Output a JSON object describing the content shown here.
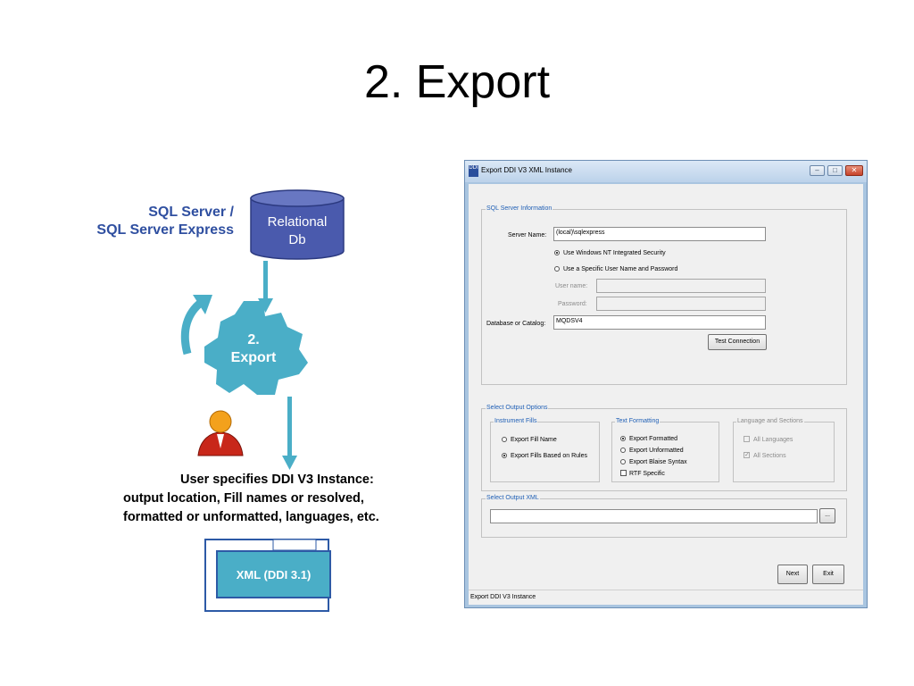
{
  "slide": {
    "title": "2. Export",
    "server_label_line1": "SQL Server /",
    "server_label_line2": "SQL Server Express",
    "db_label_line1": "Relational",
    "db_label_line2": "Db",
    "gear_label_line1": "2.",
    "gear_label_line2": "Export",
    "caption_line1": "User specifies DDI V3 Instance:",
    "caption_line2": "output location, Fill names or resolved,",
    "caption_line3": "formatted or unformatted, languages, etc.",
    "xml_label": "XML (DDI 3.1)",
    "colors": {
      "db": "#4a5aad",
      "gear": "#4aaec7",
      "arrow": "#4aaec7",
      "label": "#2f4fa0"
    },
    "icons": [
      "database-cylinder-icon",
      "gear-icon",
      "user-icon",
      "arrow-down-icon",
      "cycle-arrow-icon",
      "document-stack-icon"
    ]
  },
  "dialog": {
    "title": "Export DDI V3 XML Instance",
    "app_icon_text": "DDI",
    "window_buttons": {
      "minimize": "minimize-icon",
      "maximize": "maximize-icon",
      "close": "close-icon"
    },
    "sql_group": {
      "legend": "SQL Server Information",
      "server_label": "Server Name:",
      "server_value": "(local)\\sqlexpress",
      "auth_windows": "Use Windows NT Integrated Security",
      "auth_sql": "Use a Specific User Name and Password",
      "user_label": "User name:",
      "password_label": "Password:",
      "database_label": "Database or Catalog:",
      "database_value": "MQDSV4",
      "test_button": "Test Connection"
    },
    "output_group": {
      "legend": "Select Output Options",
      "fills": {
        "legend": "Instrument Fills",
        "option1": "Export Fill Name",
        "option2": "Export Fills Based on Rules"
      },
      "text": {
        "legend": "Text Formatting",
        "option1": "Export Formatted",
        "option2": "Export Unformatted",
        "option3": "Export Blaise Syntax",
        "rtf": "RTF Specific"
      },
      "language": {
        "legend": "Language and Sections",
        "all_languages": "All Languages",
        "all_sections": "All Sections"
      }
    },
    "xml_group": {
      "legend": "Select Output XML",
      "path_value": "",
      "browse_button": "..."
    },
    "next_button": "Next",
    "exit_button": "Exit",
    "status_text": "Export DDI V3 Instance"
  }
}
